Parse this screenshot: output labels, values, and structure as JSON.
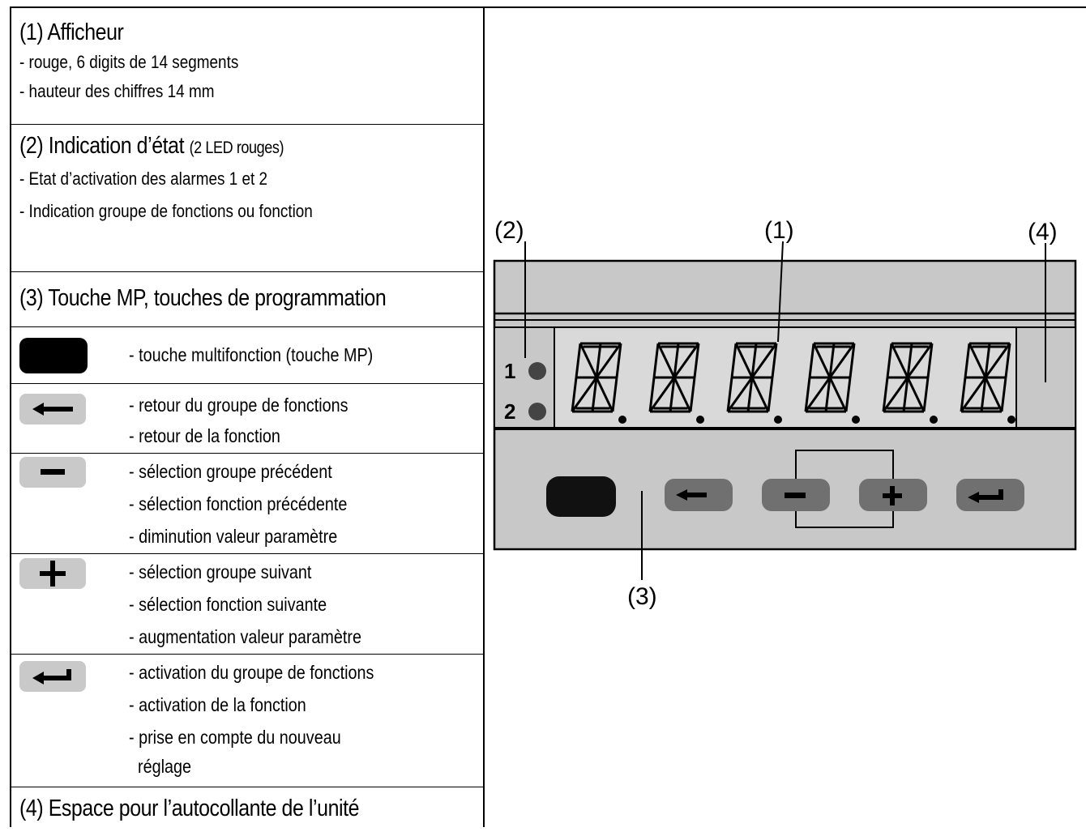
{
  "sections": {
    "display": {
      "title": "(1) Afficheur",
      "lines": [
        "- rouge, 6 digits de 14 segments",
        "- hauteur des chiffres 14 mm"
      ]
    },
    "status": {
      "title": "(2) Indication d’état",
      "title_suffix": "(2 LED rouges)",
      "lines": [
        "- Etat d’activation des alarmes 1 et 2",
        "- Indication groupe de fonctions ou fonction"
      ]
    },
    "keys": {
      "title": "(3) Touche MP, touches de programmation",
      "rows": [
        {
          "icon": "mp-key-icon",
          "lines": [
            "- touche multifonction (touche MP)"
          ]
        },
        {
          "icon": "arrow-left-icon",
          "lines": [
            "- retour du groupe de fonctions",
            "- retour de la fonction"
          ]
        },
        {
          "icon": "minus-icon",
          "lines": [
            "- sélection groupe précédent",
            "- sélection fonction précédente",
            "- diminution valeur paramètre"
          ]
        },
        {
          "icon": "plus-icon",
          "lines": [
            "- sélection groupe suivant",
            "- sélection fonction suivante",
            "- augmentation valeur paramètre"
          ]
        },
        {
          "icon": "enter-icon",
          "lines": [
            "- activation du groupe de fonctions",
            "- activation de la fonction",
            "- prise en compte du nouveau",
            "  réglage"
          ]
        }
      ]
    },
    "unit": {
      "title": "(4) Espace pour l’autocollante de l’unité"
    }
  },
  "diagram": {
    "callouts": [
      "(1)",
      "(2)",
      "(3)",
      "(4)"
    ],
    "led_labels": [
      "1",
      "2"
    ],
    "digit_count": 6,
    "colors": {
      "panel": "#c8c8c8",
      "display_bg": "#d9d9d9",
      "segment": "#000000",
      "key_gray": "#707070"
    }
  }
}
